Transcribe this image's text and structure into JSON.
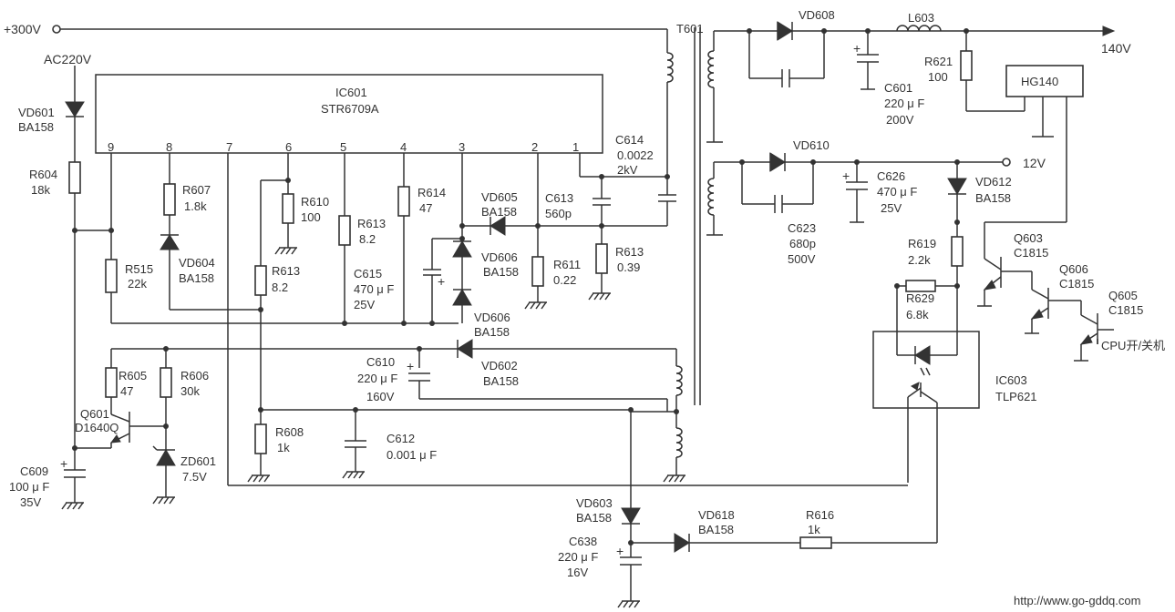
{
  "rails": {
    "plus300v": "+300V",
    "ac220v": "AC220V",
    "out140v": "140V",
    "out12v": "12V"
  },
  "ic601": {
    "ref": "IC601",
    "part": "STR6709A",
    "pins": [
      "9",
      "8",
      "7",
      "6",
      "5",
      "4",
      "3",
      "2",
      "1"
    ]
  },
  "transformer": {
    "ref": "T601"
  },
  "components": {
    "vd601": {
      "ref": "VD601",
      "value": "BA158"
    },
    "r604": {
      "ref": "R604",
      "value": "18k"
    },
    "r515": {
      "ref": "R515",
      "value": "22k"
    },
    "r607": {
      "ref": "R607",
      "value": "1.8k"
    },
    "vd604": {
      "ref": "VD604",
      "value": "BA158"
    },
    "r610": {
      "ref": "R610",
      "value": "100"
    },
    "r613a": {
      "ref": "R613",
      "value": "8.2"
    },
    "r613b": {
      "ref": "R613",
      "value": "8.2"
    },
    "r614": {
      "ref": "R614",
      "value": "47"
    },
    "c615": {
      "ref": "C615",
      "value": "470 μ F",
      "volt": "25V"
    },
    "vd605": {
      "ref": "VD605",
      "value": "BA158"
    },
    "vd606a": {
      "ref": "VD606",
      "value": "BA158"
    },
    "vd606b": {
      "ref": "VD606",
      "value": "BA158"
    },
    "c613": {
      "ref": "C613",
      "value": "560p"
    },
    "r611": {
      "ref": "R611",
      "value": "0.22"
    },
    "r613c": {
      "ref": "R613",
      "value": "0.39"
    },
    "c614": {
      "ref": "C614",
      "value": "0.0022",
      "volt": "2kV"
    },
    "c610": {
      "ref": "C610",
      "value": "220 μ F",
      "volt": "160V"
    },
    "vd602": {
      "ref": "VD602",
      "value": "BA158"
    },
    "r605": {
      "ref": "R605",
      "value": "47"
    },
    "r606": {
      "ref": "R606",
      "value": "30k"
    },
    "q601": {
      "ref": "Q601",
      "value": "D1640Q"
    },
    "zd601": {
      "ref": "ZD601",
      "value": "7.5V"
    },
    "c609": {
      "ref": "C609",
      "value": "100 μ F",
      "volt": "35V"
    },
    "r608": {
      "ref": "R608",
      "value": "1k"
    },
    "c612": {
      "ref": "C612",
      "value": "0.001 μ F"
    },
    "vd603": {
      "ref": "VD603",
      "value": "BA158"
    },
    "c638": {
      "ref": "C638",
      "value": "220 μ F",
      "volt": "16V"
    },
    "vd618": {
      "ref": "VD618",
      "value": "BA158"
    },
    "r616": {
      "ref": "R616",
      "value": "1k"
    },
    "vd608": {
      "ref": "VD608"
    },
    "l603": {
      "ref": "L603"
    },
    "r621": {
      "ref": "R621",
      "value": "100"
    },
    "c601": {
      "ref": "C601",
      "value": "220 μ F",
      "volt": "200V"
    },
    "hg140": {
      "ref": "HG140"
    },
    "vd610": {
      "ref": "VD610"
    },
    "c626": {
      "ref": "C626",
      "value": "470 μ F",
      "volt": "25V"
    },
    "c623": {
      "ref": "C623",
      "value": "680p",
      "volt": "500V"
    },
    "vd612": {
      "ref": "VD612",
      "value": "BA158"
    },
    "r619": {
      "ref": "R619",
      "value": "2.2k"
    },
    "r629": {
      "ref": "R629",
      "value": "6.8k"
    },
    "ic603": {
      "ref": "IC603",
      "value": "TLP621"
    },
    "q603": {
      "ref": "Q603",
      "value": "C1815"
    },
    "q606": {
      "ref": "Q606",
      "value": "C1815"
    },
    "q605": {
      "ref": "Q605",
      "value": "C1815"
    }
  },
  "cpu_label": "CPU开/关机",
  "watermark": "http://www.go-gddq.com"
}
